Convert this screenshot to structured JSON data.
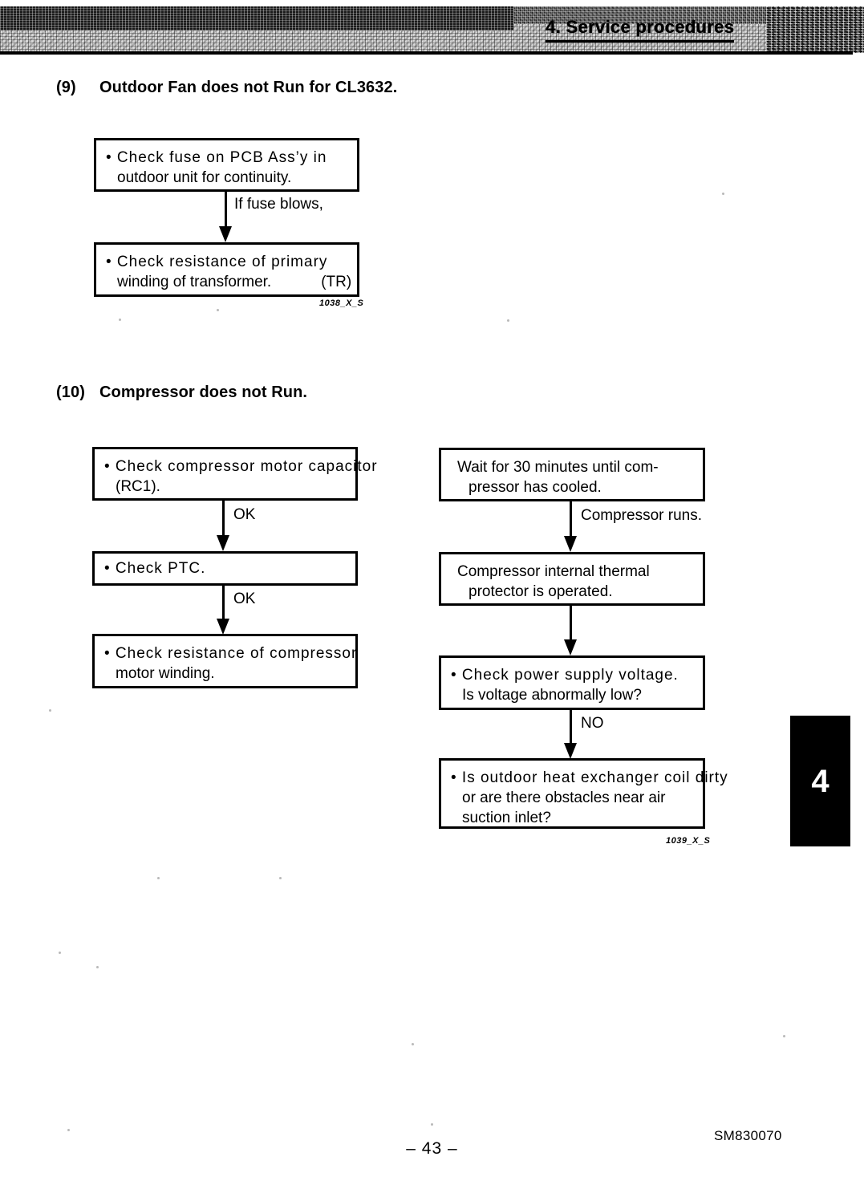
{
  "header": {
    "title": "4. Service procedures"
  },
  "sections": [
    {
      "number": "(9)",
      "title": "Outdoor Fan does not Run for CL3632.",
      "figure_id": "1038_X_S",
      "flows": [
        {
          "boxes": [
            {
              "line1": "• Check fuse on PCB Ass’y in",
              "line2": "outdoor unit for continuity."
            },
            {
              "line1": "• Check resistance of primary",
              "line2": "winding of transformer.",
              "tag": "(TR)"
            }
          ],
          "connectors": [
            {
              "label": "If fuse blows,"
            }
          ]
        }
      ]
    },
    {
      "number": "(10)",
      "title": "Compressor does not Run.",
      "figure_id": "1039_X_S",
      "flows": [
        {
          "boxes": [
            {
              "line1": "• Check compressor motor capacitor",
              "line2": "(RC1)."
            },
            {
              "line1": "• Check PTC."
            },
            {
              "line1": "• Check resistance of compressor",
              "line2": "motor winding."
            }
          ],
          "connectors": [
            {
              "label": "OK"
            },
            {
              "label": "OK"
            }
          ]
        },
        {
          "boxes": [
            {
              "line1": "Wait for 30 minutes until com-",
              "line2": "pressor has cooled."
            },
            {
              "line1": "Compressor internal thermal",
              "line2": "protector is operated."
            },
            {
              "line1": "• Check power supply voltage.",
              "line2": "Is voltage abnormally low?"
            },
            {
              "line1": "• Is outdoor heat exchanger coil dirty",
              "line2": "or are there obstacles near air",
              "line3": "suction inlet?"
            }
          ],
          "connectors": [
            {
              "label": "Compressor runs."
            },
            {
              "label": ""
            },
            {
              "label": "NO"
            }
          ]
        }
      ]
    }
  ],
  "chapter_tab": {
    "label": "4"
  },
  "footer": {
    "page_number": "– 43 –",
    "doc_code": "SM830070"
  },
  "colors": {
    "ink": "#000000",
    "paper": "#ffffff",
    "tab_background": "#000000",
    "tab_text": "#ffffff"
  }
}
